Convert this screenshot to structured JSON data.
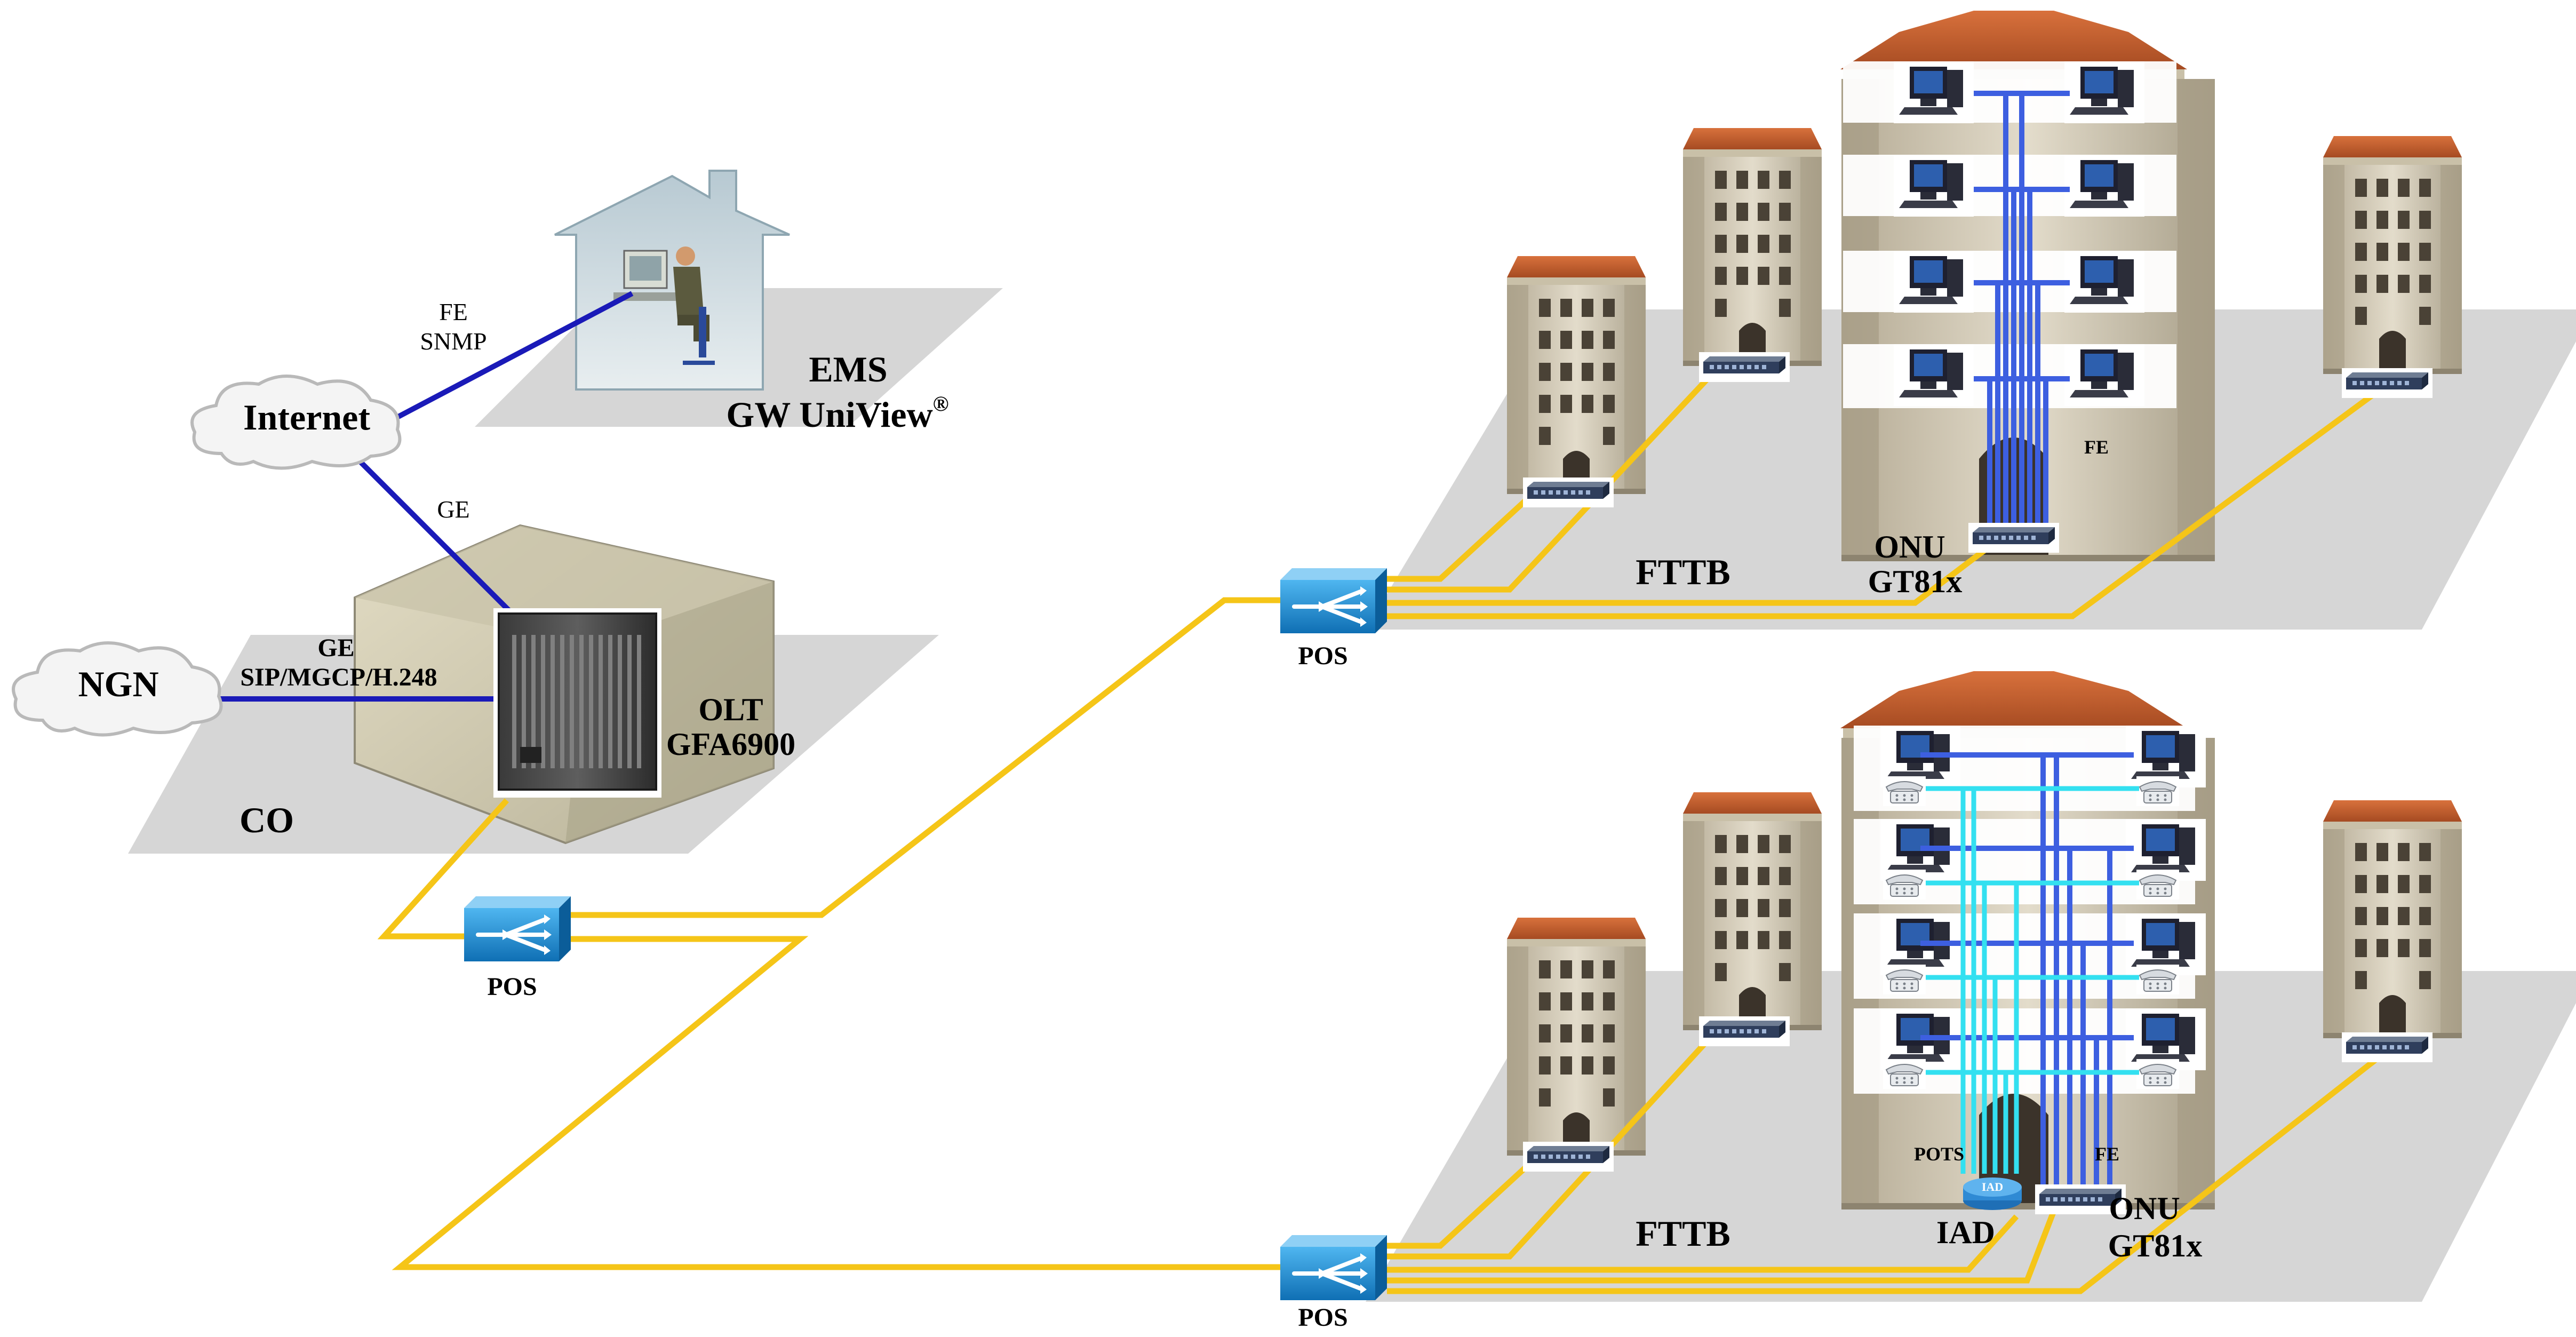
{
  "colors": {
    "fiber": "#f5c518",
    "ethernet": "#1a1ab8",
    "pots": "#33e0f0",
    "ground": "#d6d6d6",
    "pos_blue": "#1b8fd6",
    "building_wall": "#d9d2bf",
    "roof": "#c8622f"
  },
  "labels": {
    "internet": "Internet",
    "ngn": "NGN",
    "fe": "FE",
    "snmp": "SNMP",
    "ge_top": "GE",
    "ge_left": "GE",
    "sip": "SIP/MGCP/H.248",
    "ems": "EMS",
    "gw_uniview": "GW UniView",
    "registered": "®",
    "olt": "OLT",
    "olt_model": "GFA6900",
    "co": "CO",
    "pos_center": "POS",
    "pos_top": "POS",
    "pos_bottom": "POS",
    "fttb_top": "FTTB",
    "fttb_bottom": "FTTB",
    "onu_top": "ONU",
    "onu_top_model": "GT81x",
    "onu_bottom": "ONU",
    "onu_bottom_model": "GT81x",
    "fe_top_building": "FE",
    "fe_bottom_building": "FE",
    "pots_bottom": "POTS",
    "iad": "IAD",
    "iad_badge": "IAD"
  },
  "icons": [
    "cloud-icon",
    "house-icon",
    "operator-icon",
    "olt-chassis-icon",
    "pos-splitter-icon",
    "building-icon",
    "switch-icon",
    "computer-icon",
    "telephone-icon",
    "iad-router-icon"
  ]
}
